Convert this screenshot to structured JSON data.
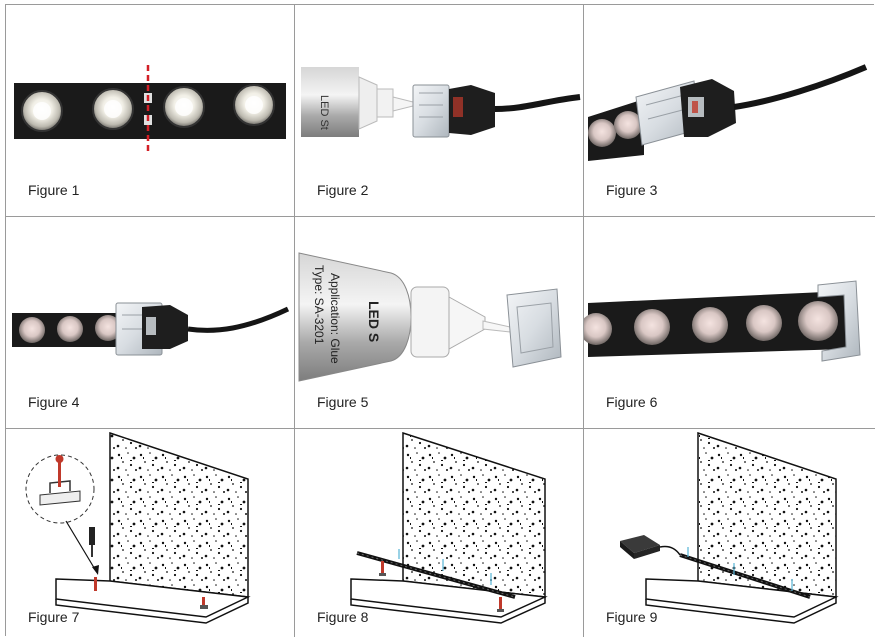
{
  "figures": [
    {
      "label": "Figure 1",
      "icon": "led-strip-cut-line-icon"
    },
    {
      "label": "Figure 2",
      "icon": "glue-tube-connector-icon"
    },
    {
      "label": "Figure 3",
      "icon": "strip-with-connector-icon"
    },
    {
      "label": "Figure 4",
      "icon": "strip-connector-cable-icon"
    },
    {
      "label": "Figure 5",
      "icon": "glue-tube-end-cap-icon"
    },
    {
      "label": "Figure 6",
      "icon": "strip-with-end-cap-icon"
    },
    {
      "label": "Figure 7",
      "icon": "wall-clip-screw-icon"
    },
    {
      "label": "Figure 8",
      "icon": "wall-strip-mounting-icon"
    },
    {
      "label": "Figure 9",
      "icon": "wall-strip-power-adapter-icon"
    }
  ],
  "tube_text": {
    "fig2": "LED St",
    "fig5_line1": "Type: SA-3201",
    "fig5_line2": "Application: Glue",
    "fig5_brand": "LED S"
  },
  "colors": {
    "strip": "#1a1a1a",
    "led": "#e8e6dc",
    "cut_line": "#d21f26",
    "screw": "#c0392b",
    "guide_arrow": "#55b3d6",
    "grid_line": "#9a9a9a"
  }
}
